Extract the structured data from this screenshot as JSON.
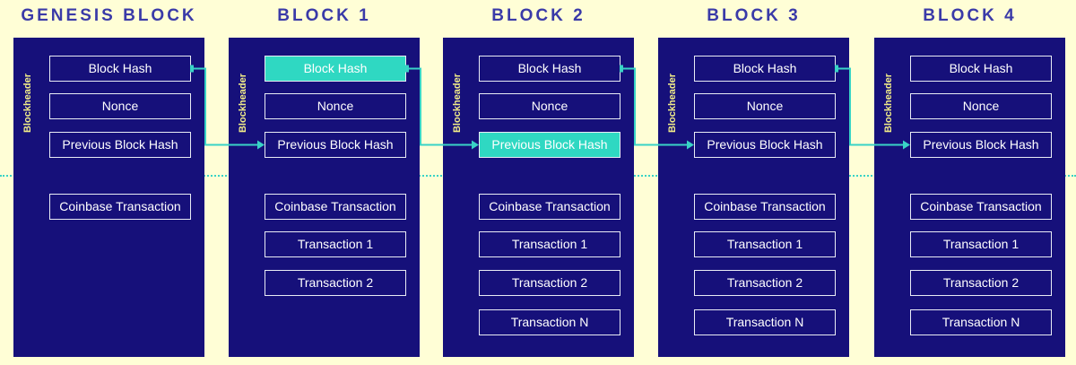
{
  "side_label": "Blockheader",
  "blocks": [
    {
      "title": "GENESIS BLOCK",
      "header": [
        "Block Hash",
        "Nonce",
        "Previous Block Hash"
      ],
      "transactions": [
        "Coinbase Transaction"
      ]
    },
    {
      "title": "BLOCK 1",
      "header": [
        "Block Hash",
        "Nonce",
        "Previous Block Hash"
      ],
      "transactions": [
        "Coinbase Transaction",
        "Transaction 1",
        "Transaction 2"
      ]
    },
    {
      "title": "BLOCK 2",
      "header": [
        "Block Hash",
        "Nonce",
        "Previous Block Hash"
      ],
      "transactions": [
        "Coinbase Transaction",
        "Transaction 1",
        "Transaction 2",
        "Transaction N"
      ]
    },
    {
      "title": "BLOCK 3",
      "header": [
        "Block Hash",
        "Nonce",
        "Previous Block Hash"
      ],
      "transactions": [
        "Coinbase Transaction",
        "Transaction 1",
        "Transaction 2",
        "Transaction N"
      ]
    },
    {
      "title": "BLOCK 4",
      "header": [
        "Block Hash",
        "Nonce",
        "Previous Block Hash"
      ],
      "transactions": [
        "Coinbase Transaction",
        "Transaction 1",
        "Transaction 2",
        "Transaction N"
      ]
    }
  ],
  "colors": {
    "background": "#fffed6",
    "panel": "#16107a",
    "title": "#3a3aa8",
    "side_label": "#f1ec88",
    "highlight": "#2fd8c2",
    "connector": "#39d3c6"
  }
}
